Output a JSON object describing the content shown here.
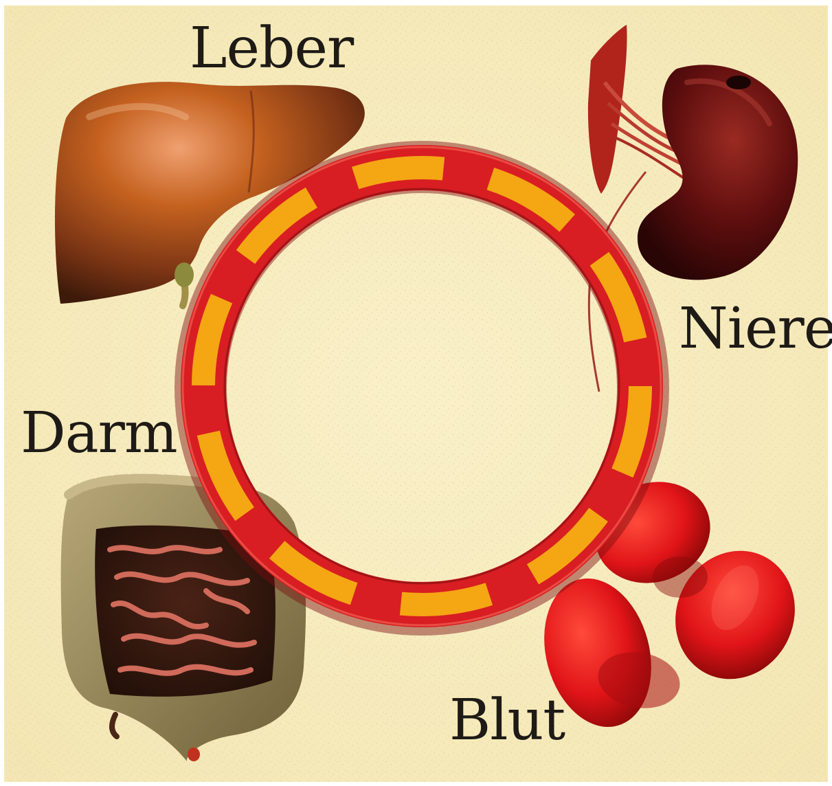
{
  "labels": {
    "liver": "Leber",
    "kidney": "Niere",
    "intestine": "Darm",
    "blood": "Blut"
  },
  "colors": {
    "background": "#f7ecbf",
    "ring_red": "#d81e22",
    "ring_yellow": "#f7b212",
    "liver": "#b5501c",
    "kidney": "#5e0e0e",
    "intestine_outer": "#8a7a50",
    "intestine_inner": "#3b1a12",
    "blood_cell": "#e01418",
    "label_text": "#1e1a16"
  },
  "icons": [
    "liver-icon",
    "kidney-icon",
    "intestine-icon",
    "blood-cells-icon",
    "cycle-ring"
  ]
}
